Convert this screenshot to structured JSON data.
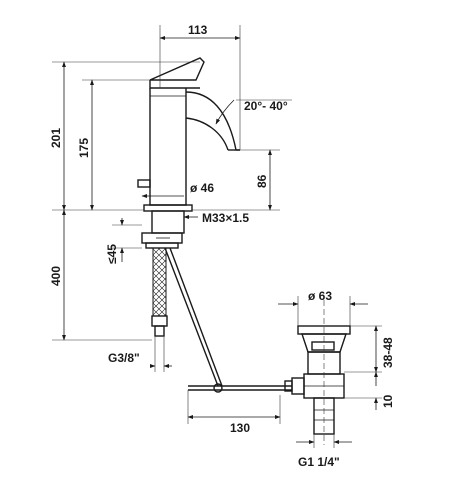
{
  "drawing": {
    "dimensions": {
      "spout_reach": "113",
      "total_height": "201",
      "handle_height": "175",
      "spout_angle": "20°- 40°",
      "base_diameter": "ø 46",
      "spout_height": "86",
      "thread": "M33×1.5",
      "max_deck": "≤45",
      "hose_length": "400",
      "hose_connection": "G3/8\"",
      "rod_length": "130",
      "waste_diameter": "ø 63",
      "waste_height_range": "38-48",
      "waste_offset": "10",
      "waste_thread": "G1 1/4\""
    }
  }
}
